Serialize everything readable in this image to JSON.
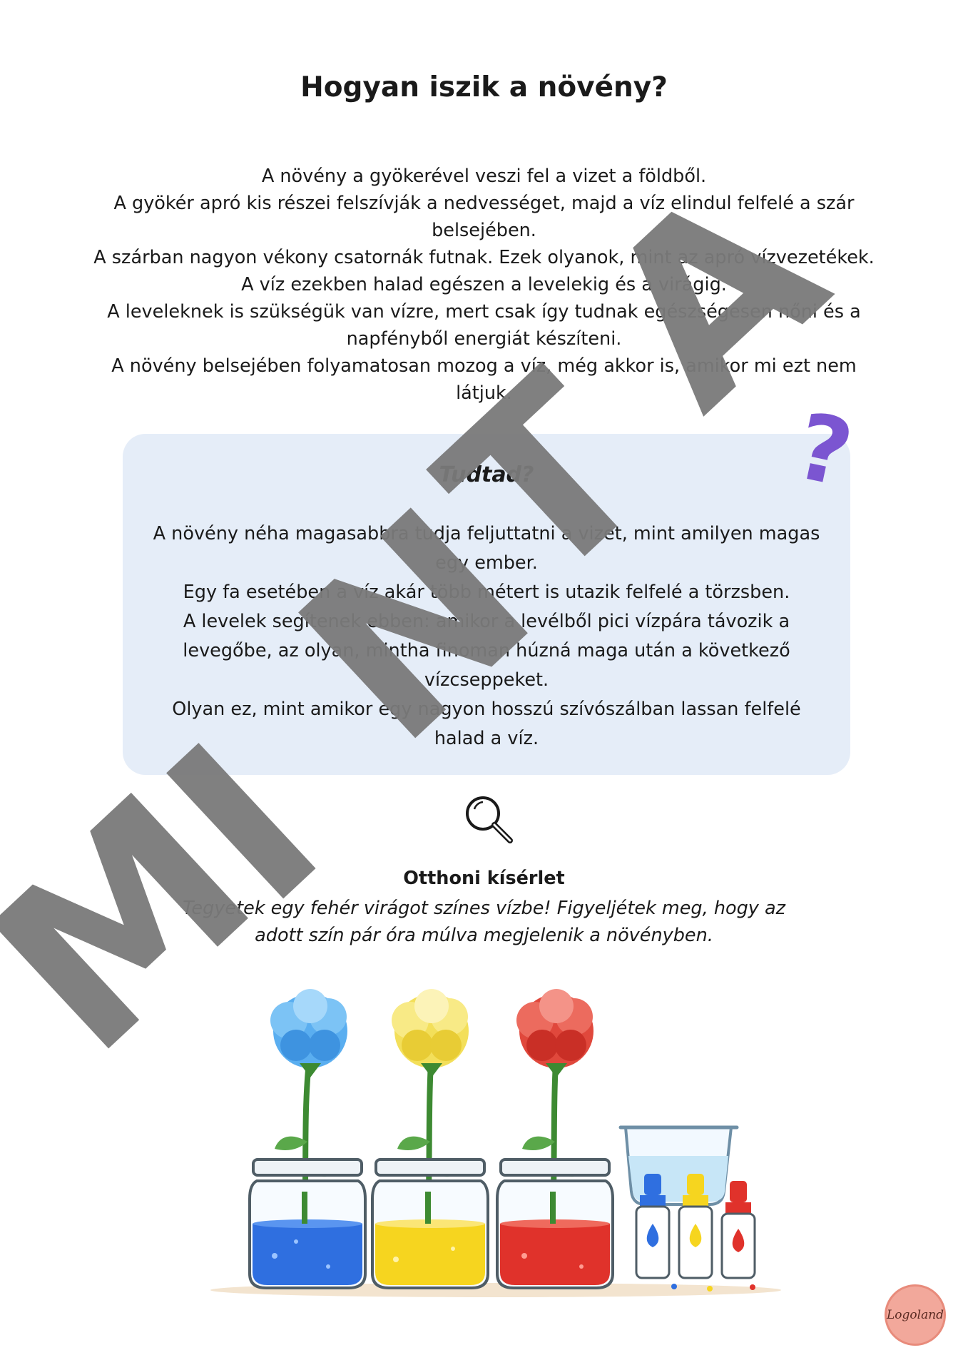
{
  "title": "Hogyan iszik a növény?",
  "intro": [
    "A növény a gyökerével veszi fel a vizet a földből.",
    "A gyökér apró kis részei felszívják a nedvességet, majd a víz elindul felfelé a szár belsejében.",
    "A szárban nagyon vékony csatornák futnak. Ezek olyanok, mint az apró vízvezetékek.",
    "A víz ezekben halad egészen a levelekig és a virágig.",
    "A leveleknek is szükségük van vízre, mert csak így tudnak egészségesen nőni és a napfényből energiát készíteni.",
    "A növény belsejében folyamatosan mozog a víz, még akkor is, amikor mi ezt nem látjuk."
  ],
  "tip_box": {
    "title": "Tudtad?",
    "lines": [
      "A növény néha magasabbra tudja feljuttatni a vizet, mint amilyen magas egy ember.",
      "Egy fa esetében a víz akár több métert is utazik felfelé a törzsben.",
      "A levelek segítenek ebben: amikor a levélből pici vízpára távozik a levegőbe, az olyan, mintha finoman húzná maga után a következő vízcseppeket.",
      "Olyan ez, mint amikor egy nagyon hosszú szívószálban lassan felfelé halad a víz."
    ]
  },
  "question_mark": "?",
  "experiment": {
    "title": "Otthoni kísérlet",
    "text": "Tegyetek egy fehér virágot színes vízbe! Figyeljétek meg, hogy az adott szín pár óra múlva megjelenik a növényben."
  },
  "watermark": {
    "letters": [
      "M",
      "I",
      "N",
      "T",
      "A"
    ],
    "color": "#7a7a7a"
  },
  "colors": {
    "blue": "#2f6fe0",
    "yellow": "#f6d51f",
    "red": "#e0322b",
    "box": "#e5edf8",
    "accent": "#7b55d1"
  },
  "logo": {
    "text": "Logoland"
  }
}
